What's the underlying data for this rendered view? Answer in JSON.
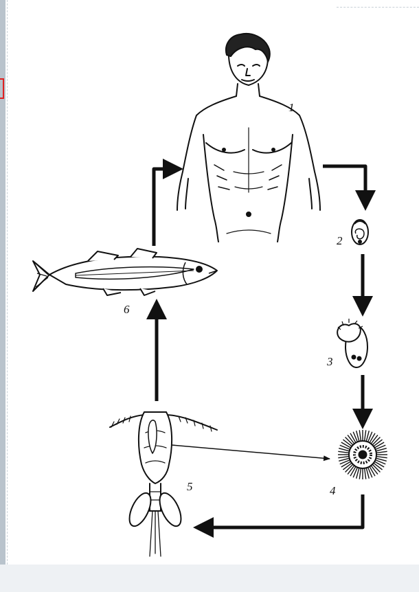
{
  "diagram": {
    "stages": [
      {
        "id": 1,
        "label": "1",
        "depicts": "human"
      },
      {
        "id": 2,
        "label": "2",
        "depicts": "egg"
      },
      {
        "id": 3,
        "label": "3",
        "depicts": "egg-hatching"
      },
      {
        "id": 4,
        "label": "4",
        "depicts": "coracidium"
      },
      {
        "id": 5,
        "label": "5",
        "depicts": "copepod"
      },
      {
        "id": 6,
        "label": "6",
        "depicts": "fish"
      }
    ],
    "cycle_order": [
      1,
      2,
      3,
      4,
      5,
      6,
      1
    ],
    "colors": {
      "ink": "#111111",
      "frame": "#b9c3cc",
      "marker": "#e02020"
    }
  }
}
